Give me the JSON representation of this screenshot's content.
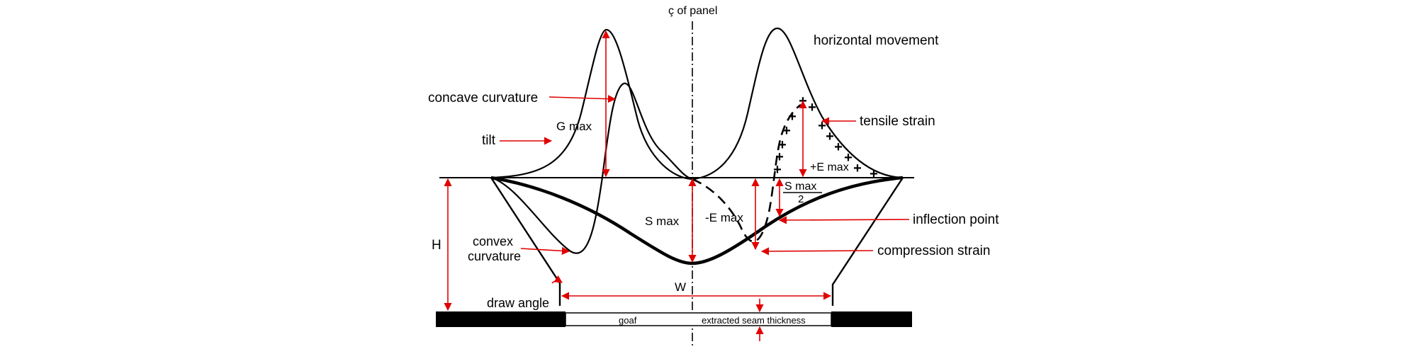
{
  "labels": {
    "centerline": "ç of panel",
    "horizontal_movement": "horizontal movement",
    "concave_curvature": "concave curvature",
    "tilt": "tilt",
    "g_max": "G max",
    "tensile_strain": "tensile strain",
    "plus_e_max": "+E max",
    "s_max_num": "S max",
    "s_max_den": "2",
    "s_max": "S max",
    "minus_e_max": "-E max",
    "inflection_point": "inflection point",
    "compression_strain": "compression strain",
    "convex_curvature_line1": "convex",
    "convex_curvature_line2": "curvature",
    "h": "H",
    "w": "W",
    "draw_angle": "draw angle",
    "goaf": "goaf",
    "extracted_seam_thickness": "extracted seam thickness"
  },
  "colors": {
    "annotation": "#e00000",
    "line": "#000000",
    "background": "#ffffff"
  }
}
